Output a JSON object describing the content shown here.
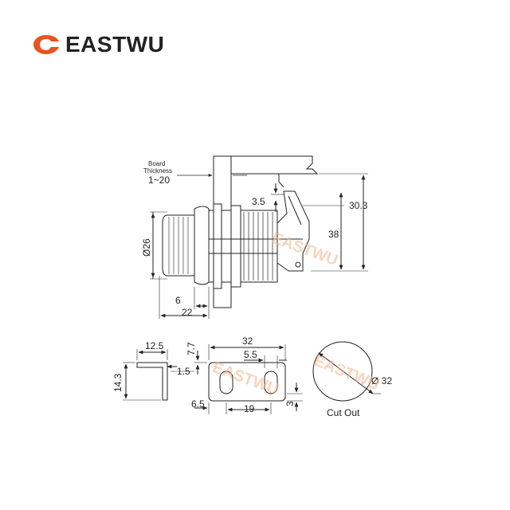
{
  "brand": {
    "name": "EASTWU",
    "accent": "#e8531f"
  },
  "watermark": "EASTWU",
  "lock_side_view": {
    "board_label_line1": "Board",
    "board_label_line2": "Thickness",
    "board_range": "1~20",
    "dim_diameter": "Ø26",
    "dim_6": "6",
    "dim_22": "22",
    "dim_3_5": "3.5",
    "dim_30_3": "30.3",
    "dim_38": "38"
  },
  "cam_bracket": {
    "dim_12_5": "12.5",
    "dim_14_3": "14.3",
    "dim_1_5": "1.5",
    "dim_32": "32",
    "dim_7_7": "7.7",
    "dim_5_5": "5.5",
    "dim_6_5": "6.5",
    "dim_19": "19",
    "dim_3": "3"
  },
  "cutout": {
    "dim_diameter": "Ø 32",
    "label": "Cut Out"
  }
}
